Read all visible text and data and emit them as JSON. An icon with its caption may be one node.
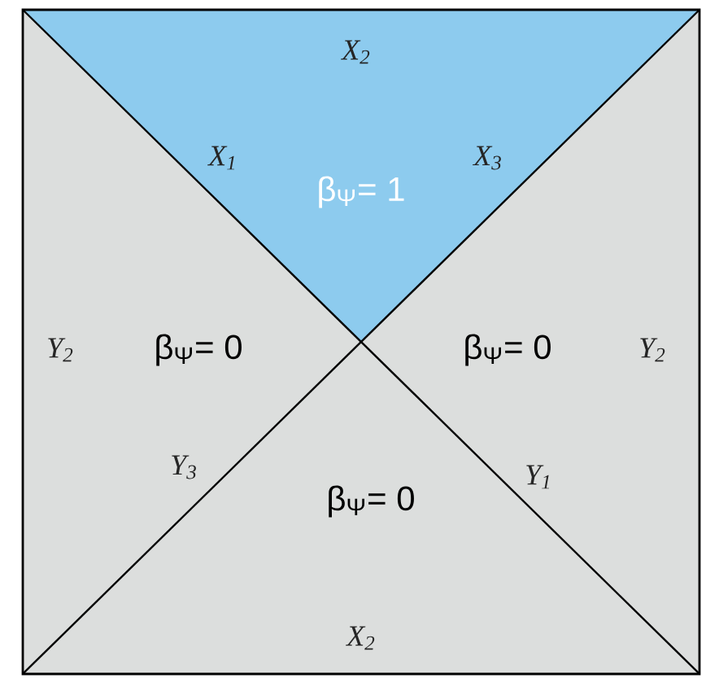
{
  "diagram": {
    "nodes": [
      {
        "text": [
          "β$_{Ψ}$= 1"
        ]
      },
      {
        "text": [
          "β$_{Ψ}$= 0"
        ]
      },
      {
        "text": [
          "β$_{Ψ}$= 0"
        ]
      },
      {
        "text": [
          "β$_{Ψ}$= 0"
        ]
      }
    ],
    "labels": [
      "X$_{2}$",
      "X$_{1}$",
      "X$_{3}$",
      "Y$_{2}$",
      "Y$_{2}$",
      "Y$_{3}$",
      "Y$_{1}$",
      "X$_{2}$"
    ]
  }
}
